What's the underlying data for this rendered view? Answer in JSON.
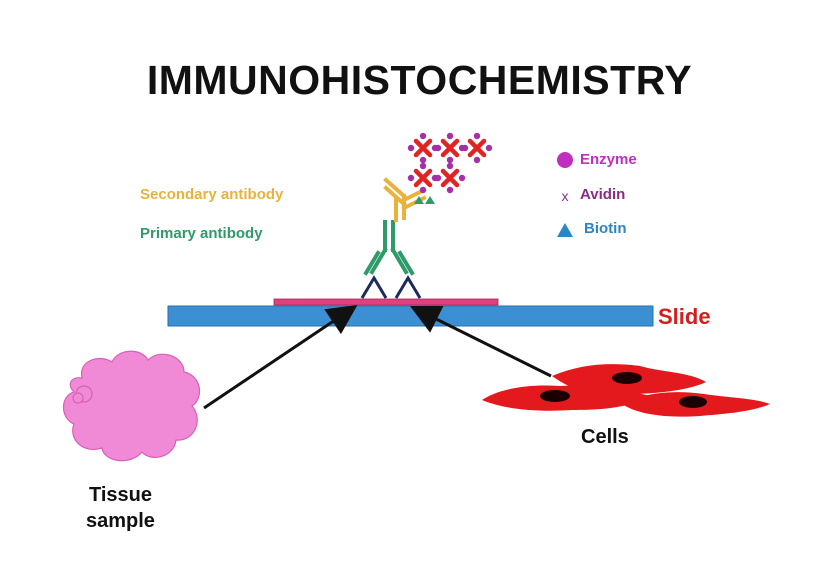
{
  "title": "IMMUNOHISTOCHEMISTRY",
  "labels": {
    "secondary_antibody": "Secondary antibody",
    "primary_antibody": "Primary antibody",
    "slide": "Slide",
    "tissue_sample_line1": "Tissue",
    "tissue_sample_line2": "sample",
    "cells": "Cells"
  },
  "legend": [
    {
      "symbol": "circle",
      "text": "Enzyme",
      "color": "#c02fc0"
    },
    {
      "symbol": "x",
      "text": "Avidin",
      "color": "#8a2a8a"
    },
    {
      "symbol": "triangle",
      "text": "Biotin",
      "color": "#2b86c6"
    }
  ],
  "colors": {
    "secondary_antibody": "#e8b23c",
    "primary_antibody": "#2f9a6a",
    "slide": "#3d8fd4",
    "tissue": "#f08ad6",
    "cells": "#e3191d",
    "avidin": "#e02424",
    "enzyme": "#a42fa8",
    "antigen": "#1c2a5e",
    "section": "#e0407e"
  }
}
